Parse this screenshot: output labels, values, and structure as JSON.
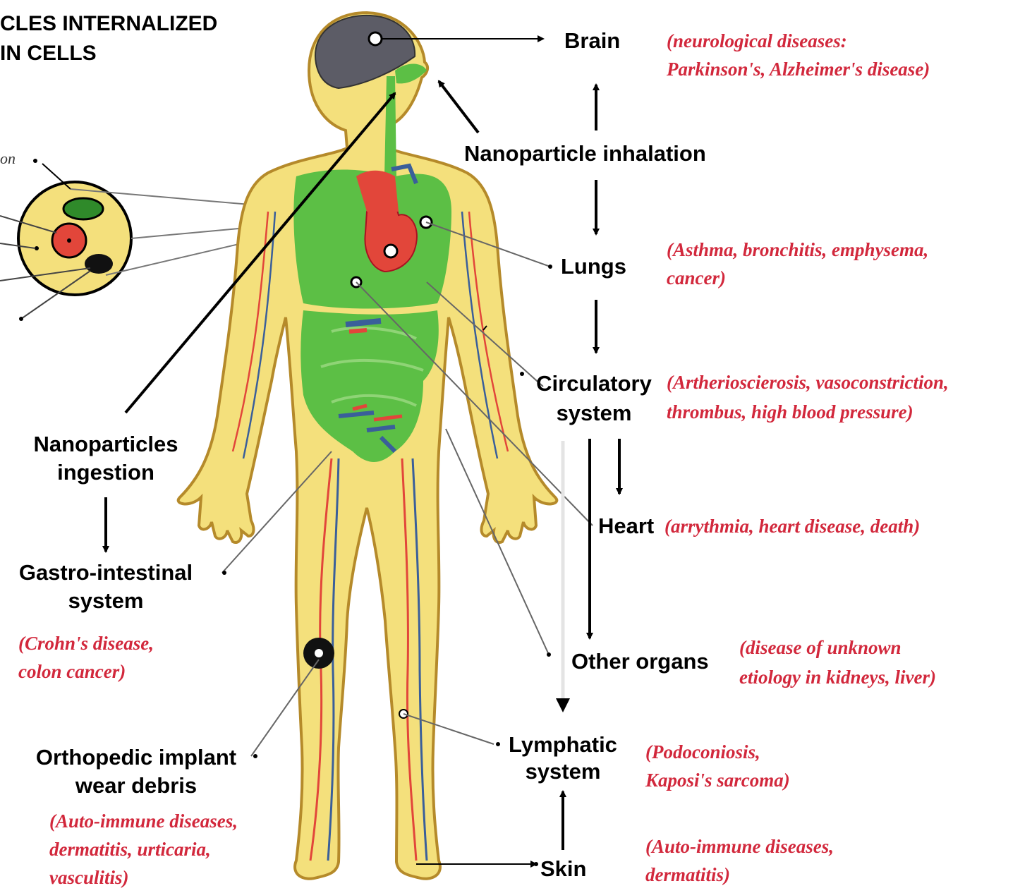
{
  "colors": {
    "body_fill": "#f4e07c",
    "body_outline": "#b58a2a",
    "organ_green": "#5cbf45",
    "heart_red": "#e2463a",
    "vessel_blue": "#3a5f9a",
    "brain_gray": "#5c5c66",
    "disease_text": "#d2283c"
  },
  "title": {
    "line1": "CLES INTERNALIZED",
    "line2": "IN CELLS"
  },
  "cell_partial_labels": {
    "top": "on"
  },
  "labels": {
    "brain": "Brain",
    "inhalation": "Nanoparticle inhalation",
    "lungs": "Lungs",
    "circulatory_1": "Circulatory",
    "circulatory_2": "system",
    "heart": "Heart",
    "other_organs": "Other organs",
    "lymphatic_1": "Lymphatic",
    "lymphatic_2": "system",
    "skin": "Skin",
    "ingestion_1": "Nanoparticles",
    "ingestion_2": "ingestion",
    "gi_1": "Gastro-intestinal",
    "gi_2": "system",
    "ortho_1": "Orthopedic implant",
    "ortho_2": "wear debris"
  },
  "diseases": {
    "brain_1": "(neurological diseases:",
    "brain_2": "Parkinson's, Alzheimer's disease)",
    "lungs_1": "(Asthma, bronchitis, emphysema,",
    "lungs_2": "cancer)",
    "circ_1": "(Artherioscierosis, vasoconstriction,",
    "circ_2": "thrombus, high blood pressure)",
    "heart": "(arrythmia, heart disease, death)",
    "other_1": "(disease of unknown",
    "other_2": "etiology in kidneys, liver)",
    "lymph_1": "(Podoconiosis,",
    "lymph_2": "Kaposi's sarcoma)",
    "skin_1": "(Auto-immune diseases,",
    "skin_2": "dermatitis)",
    "gi_1": "(Crohn's disease,",
    "gi_2": "colon cancer)",
    "ortho_1": "(Auto-immune diseases,",
    "ortho_2": "dermatitis, urticaria,",
    "ortho_3": "vasculitis)"
  }
}
